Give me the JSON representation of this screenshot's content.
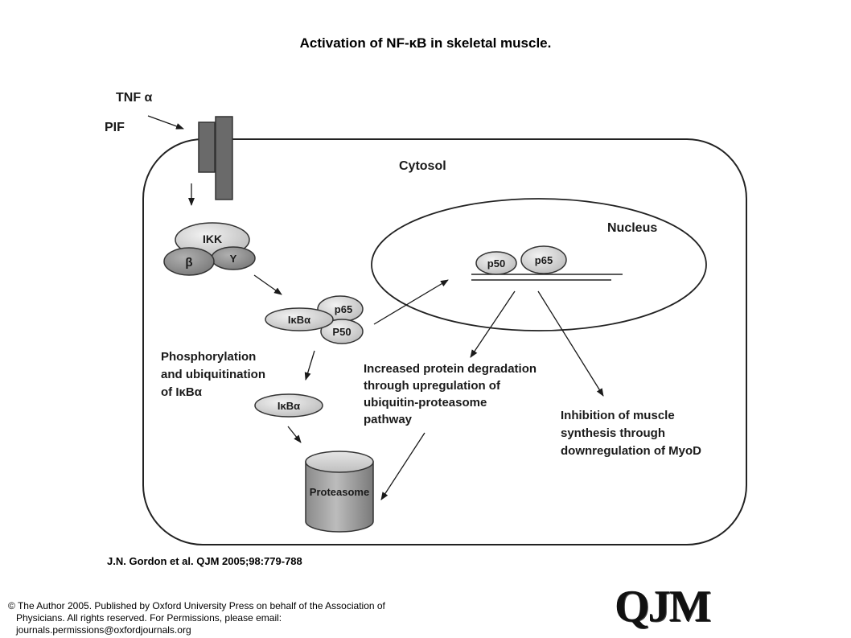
{
  "title": "Activation of NF-κB in skeletal muscle.",
  "diagram": {
    "stimulus_top": "TNF α",
    "stimulus_bottom": "PIF",
    "cytosol": "Cytosol",
    "nucleus": "Nucleus",
    "ikk": {
      "main": "IKK",
      "beta": "β",
      "gamma": "Y"
    },
    "complex": {
      "ikba": "IκBα",
      "p65": "p65",
      "p50": "P50"
    },
    "free_ikba": "IκBα",
    "nuclear_p50": "p50",
    "nuclear_p65": "p65",
    "proteasome": "Proteasome",
    "phospho_text": [
      "Phosphorylation",
      "and ubiquitination",
      "of IκBα"
    ],
    "degradation_text": [
      "Increased protein degradation",
      "through upregulation of",
      "ubiquitin-proteasome",
      "pathway"
    ],
    "inhibition_text": [
      "Inhibition of muscle",
      "synthesis through",
      "downregulation of MyoD"
    ]
  },
  "citation": "J.N. Gordon et al. QJM 2005;98:779-788",
  "copyright": [
    "© The Author 2005. Published by Oxford University Press on behalf of the Association of",
    "Physicians. All rights reserved. For Permissions, please email:",
    "journals.permissions@oxfordjournals.org"
  ],
  "logo": "QJM"
}
